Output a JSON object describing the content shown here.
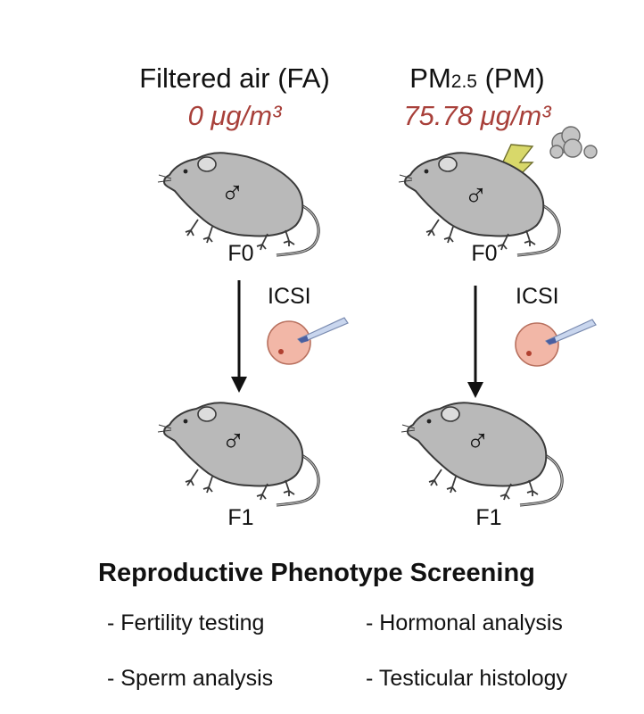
{
  "groups": [
    {
      "title": "Filtered air (FA)",
      "dose": "0 μg/m³",
      "parent_label": "F0",
      "method": "ICSI",
      "offspring_label": "F1"
    },
    {
      "title_main": "PM",
      "title_sub": "2.5",
      "title_rest": " (PM)",
      "dose": "75.78 μg/m³",
      "parent_label": "F0",
      "method": "ICSI",
      "offspring_label": "F1"
    }
  ],
  "symbols": {
    "male": "♂"
  },
  "screening": {
    "heading": "Reproductive Phenotype Screening",
    "items": [
      "- Fertility testing",
      "- Hormonal analysis",
      "- Sperm analysis",
      "- Testicular histology"
    ]
  },
  "icons": [
    "mouse-icon",
    "lightning-icon",
    "pollution-cloud-icon",
    "oocyte-injection-icon",
    "arrow-down-icon"
  ],
  "colors": {
    "dose": "#a8403a",
    "mouse_fill": "#b9b9b9",
    "mouse_stroke": "#3a3a3a",
    "lightning": "#d8d86a",
    "oocyte": "#f2b7a7",
    "pipette": "#c9d6ee"
  }
}
